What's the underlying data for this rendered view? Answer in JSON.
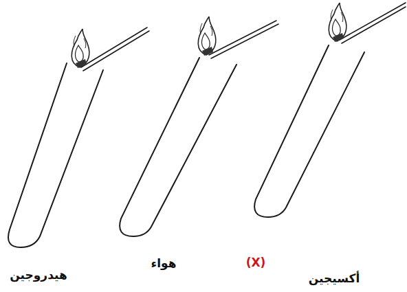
{
  "diagram": {
    "labels": [
      "هيدروجين",
      "هواء",
      "(X)",
      "أكسيجين"
    ]
  }
}
